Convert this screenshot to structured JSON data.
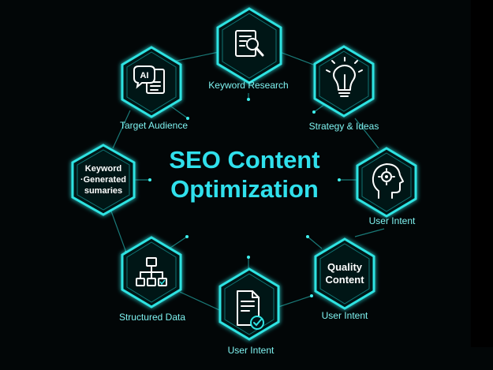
{
  "title": {
    "line1": "SEO Content",
    "line2": "Optimization"
  },
  "colors": {
    "accent": "#2fe3e2",
    "label": "#7ff3f1",
    "background": "#020607"
  },
  "nodes": [
    {
      "id": "keyword-research",
      "label": "Keyword Research",
      "icon": "document-search-icon"
    },
    {
      "id": "strategy-ideas",
      "label": "Strategy & Ideas",
      "icon": "lightbulb-icon"
    },
    {
      "id": "user-intent-right",
      "label": "User Intent",
      "icon": "head-gear-icon"
    },
    {
      "id": "quality-content",
      "inside": [
        "Quality",
        "Content"
      ],
      "label": "User Intent"
    },
    {
      "id": "user-intent-bottom",
      "label": "User Intent",
      "icon": "document-check-icon"
    },
    {
      "id": "structured-data",
      "label": "Structured Data",
      "icon": "hierarchy-icon"
    },
    {
      "id": "keyword-summaries",
      "inside": [
        "Keyword",
        "·Generated",
        "sumaries"
      ]
    },
    {
      "id": "target-audience",
      "label": "Target Audience",
      "icon": "ai-document-icon",
      "icon_text": "AI"
    }
  ]
}
